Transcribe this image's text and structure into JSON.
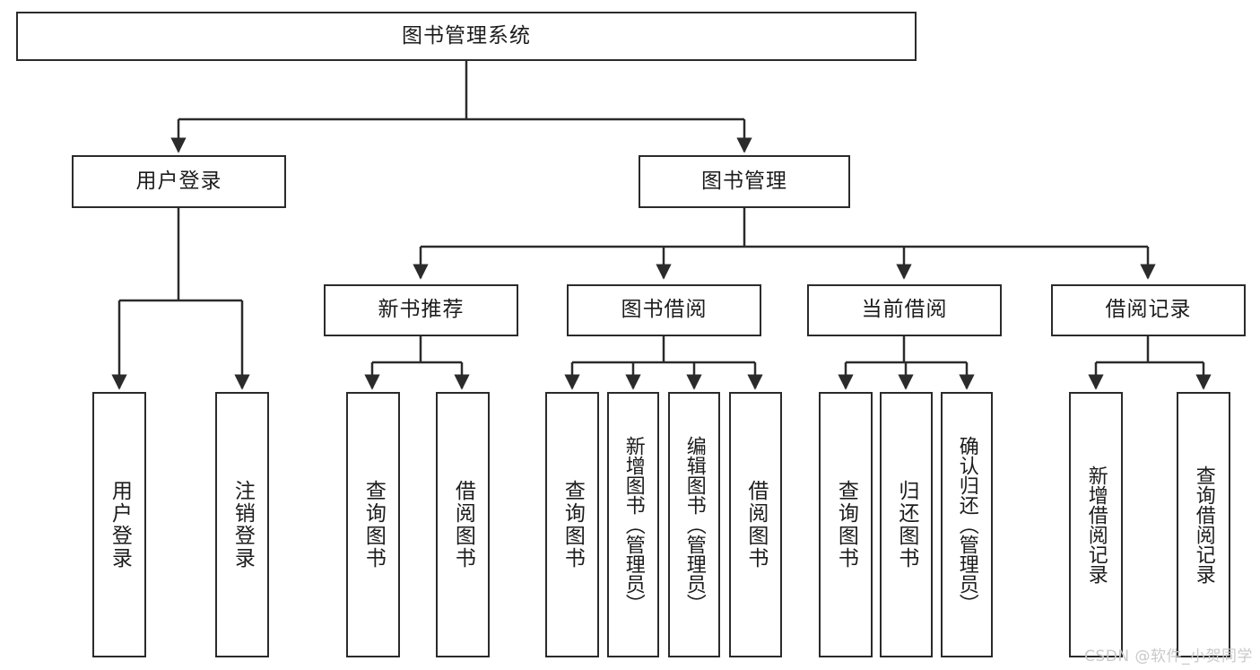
{
  "diagram": {
    "title": "图书管理系统",
    "type": "tree-hierarchy-chart",
    "root": {
      "id": "root",
      "label": "图书管理系统"
    },
    "level2": [
      {
        "id": "user-login",
        "label": "用户登录"
      },
      {
        "id": "book-management",
        "label": "图书管理"
      }
    ],
    "level3": [
      {
        "id": "new-book-recommend",
        "label": "新书推荐"
      },
      {
        "id": "book-borrow",
        "label": "图书借阅"
      },
      {
        "id": "current-borrow",
        "label": "当前借阅"
      },
      {
        "id": "borrow-record",
        "label": "借阅记录"
      }
    ],
    "leaves": {
      "user_login": [
        {
          "id": "leaf-user-login",
          "label": "用户登录"
        },
        {
          "id": "leaf-user-logout",
          "label": "注销登录"
        }
      ],
      "new_book_recommend": [
        {
          "id": "leaf-query-book-1",
          "label": "查询图书"
        },
        {
          "id": "leaf-borrow-book-1",
          "label": "借阅图书"
        }
      ],
      "book_borrow": [
        {
          "id": "leaf-query-book-2",
          "label": "查询图书"
        },
        {
          "id": "leaf-add-book",
          "label": "新增图书（管理员）"
        },
        {
          "id": "leaf-edit-book",
          "label": "编辑图书（管理员）"
        },
        {
          "id": "leaf-borrow-book-2",
          "label": "借阅图书"
        }
      ],
      "current_borrow": [
        {
          "id": "leaf-query-book-3",
          "label": "查询图书"
        },
        {
          "id": "leaf-return-book",
          "label": "归还图书"
        },
        {
          "id": "leaf-confirm-return",
          "label": "确认归还（管理员）"
        }
      ],
      "borrow_record": [
        {
          "id": "leaf-add-borrow-record",
          "label": "新增借阅记录"
        },
        {
          "id": "leaf-query-borrow-record",
          "label": "查询借阅记录"
        }
      ]
    },
    "watermark": "CSDN @软件_小贺同学",
    "colors": {
      "stroke": "#2b2b2b",
      "fill": "#ffffff",
      "text": "#1c1c1c",
      "watermark": "#c9c9c9"
    }
  }
}
